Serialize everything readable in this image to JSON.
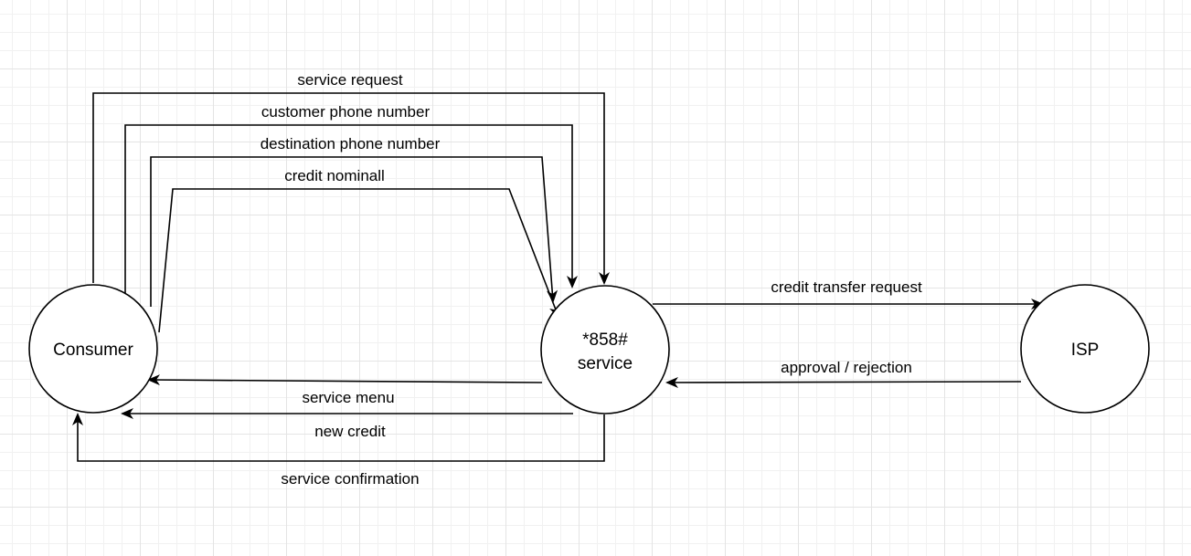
{
  "diagram": {
    "nodes": {
      "consumer": {
        "label": "Consumer"
      },
      "service": {
        "label_line1": "*858#",
        "label_line2": "service"
      },
      "isp": {
        "label": "ISP"
      }
    },
    "edges": {
      "service_request": "service request",
      "customer_phone_number": "customer phone number",
      "destination_phone_number": "destination phone number",
      "credit_nominal": "credit nominall",
      "credit_transfer_request": "credit transfer request",
      "approval_rejection": "approval / rejection",
      "service_menu": "service menu",
      "new_credit": "new credit",
      "service_confirmation": "service confirmation"
    }
  }
}
